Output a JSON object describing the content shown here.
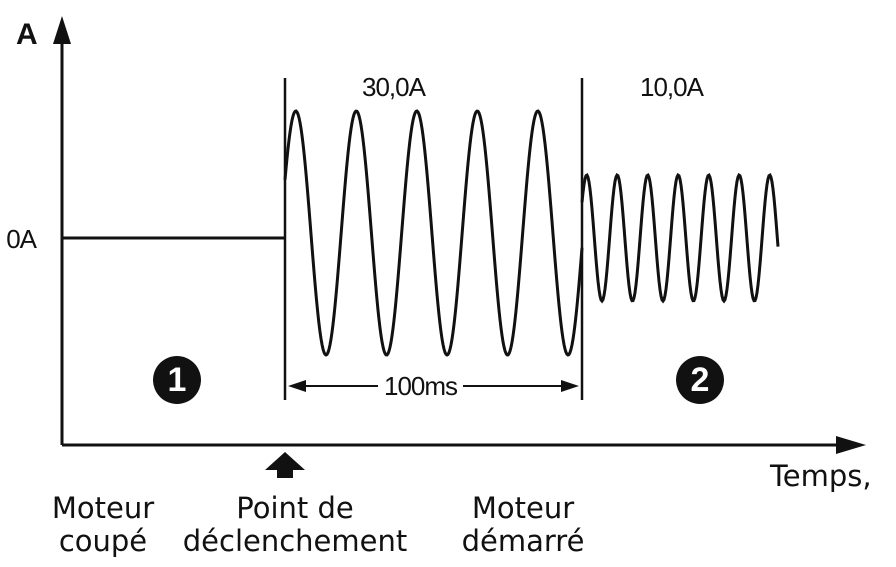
{
  "axes": {
    "y_label": "A",
    "y_tick": "0A",
    "x_label": "Temps,"
  },
  "waveform": {
    "phase1_amplitude": "30,0A",
    "phase2_amplitude": "10,0A",
    "duration": "100ms"
  },
  "markers": {
    "phase1": "1",
    "phase2": "2"
  },
  "events": {
    "motor_off": [
      "Moteur",
      "coupé"
    ],
    "trigger_point": [
      "Point de",
      "déclenchement"
    ],
    "motor_started": [
      "Moteur",
      "démarré"
    ]
  },
  "colors": {
    "ink": "#111111",
    "background": "#ffffff"
  }
}
